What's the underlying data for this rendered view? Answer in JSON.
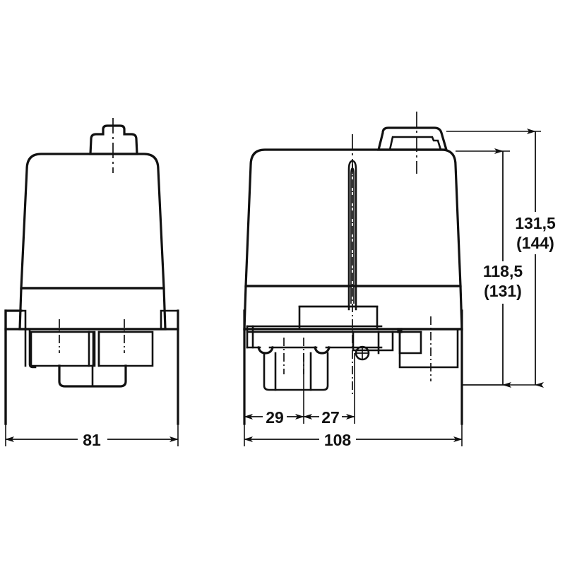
{
  "drawing": {
    "title": "Pressure switch housing — two orthographic views",
    "background_color": "#ffffff",
    "line_color": "#111111",
    "views": [
      {
        "name": "front-view",
        "label": ""
      },
      {
        "name": "side-view",
        "label": ""
      }
    ]
  },
  "dimensions": {
    "front_width": "81",
    "side_total_width": "108",
    "side_seg_left": "29",
    "side_seg_right": "27",
    "height_total": "131,5",
    "height_total_alt": "(144)",
    "height_body": "118,5",
    "height_body_alt": "(131)"
  },
  "annotations": {
    "units_note": "",
    "scale_note": ""
  }
}
